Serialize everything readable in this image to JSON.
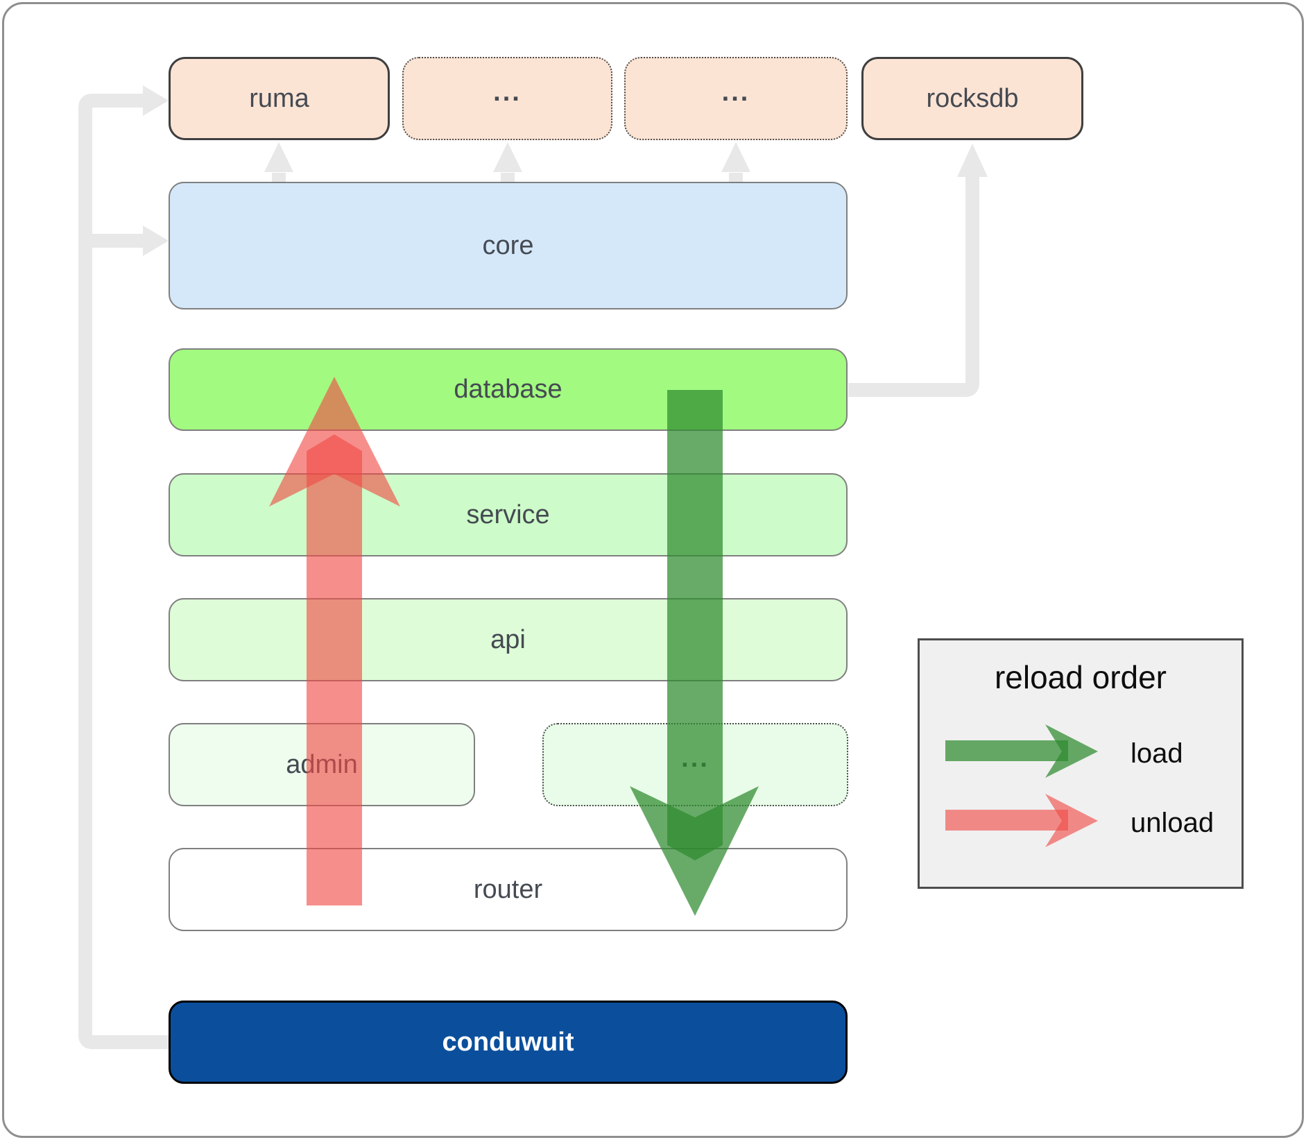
{
  "diagram": {
    "nodes": {
      "ruma": "ruma",
      "ext1": "...",
      "ext2": "...",
      "rocksdb": "rocksdb",
      "core": "core",
      "database": "database",
      "service": "service",
      "api": "api",
      "admin": "admin",
      "more": "...",
      "router": "router",
      "conduwuit": "conduwuit"
    },
    "legend": {
      "title": "reload order",
      "load_label": "load",
      "unload_label": "unload"
    }
  },
  "colors": {
    "frame-border": "#8e8e8e",
    "peach-fill": "#fce4d5",
    "peach-border": "#3f3f3f",
    "dotted-border": "#4a4a4a",
    "core-fill": "#d5e8fa",
    "database-fill": "#a2fa80",
    "service-fill": "#cdfbc9",
    "api-fill": "#defcd8",
    "admin-fill": "#eefdee",
    "more-fill": "#e9fce9",
    "router-fill": "#ffffff",
    "box-border": "#7f7f7f",
    "conduwuit-fill": "#0b4f9c",
    "conduwuit-border": "#000000",
    "conduwuit-text": "#ffffff",
    "label-text": "#454a52",
    "connector-gray": "#e8e8e8",
    "flow-green": "#2e8b2e",
    "flow-red": "#f04b46",
    "legend-bg": "#f0f0f0",
    "legend-border": "#4d4d4d",
    "legend-text": "#0d0d0d"
  }
}
